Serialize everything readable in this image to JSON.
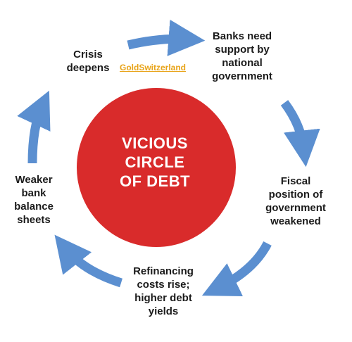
{
  "diagram": {
    "center_lines": [
      "VICIOUS",
      "CIRCLE",
      "OF DEBT"
    ],
    "watermark": "GoldSwitzerland",
    "nodes": {
      "crisis_deepens": [
        "Crisis",
        "deepens"
      ],
      "banks_need_support": [
        "Banks need",
        "support by",
        "national",
        "government"
      ],
      "fiscal_position": [
        "Fiscal",
        "position of",
        "government",
        "weakened"
      ],
      "refinancing_costs": [
        "Refinancing",
        "costs rise;",
        "higher debt",
        "yields"
      ],
      "weaker_balance_sheets": [
        "Weaker",
        "bank",
        "balance",
        "sheets"
      ]
    },
    "colors": {
      "circle": "#d92b2b",
      "arrow": "#5b8fd0",
      "text": "#1b1b1b",
      "watermark": "#e8a317"
    }
  }
}
